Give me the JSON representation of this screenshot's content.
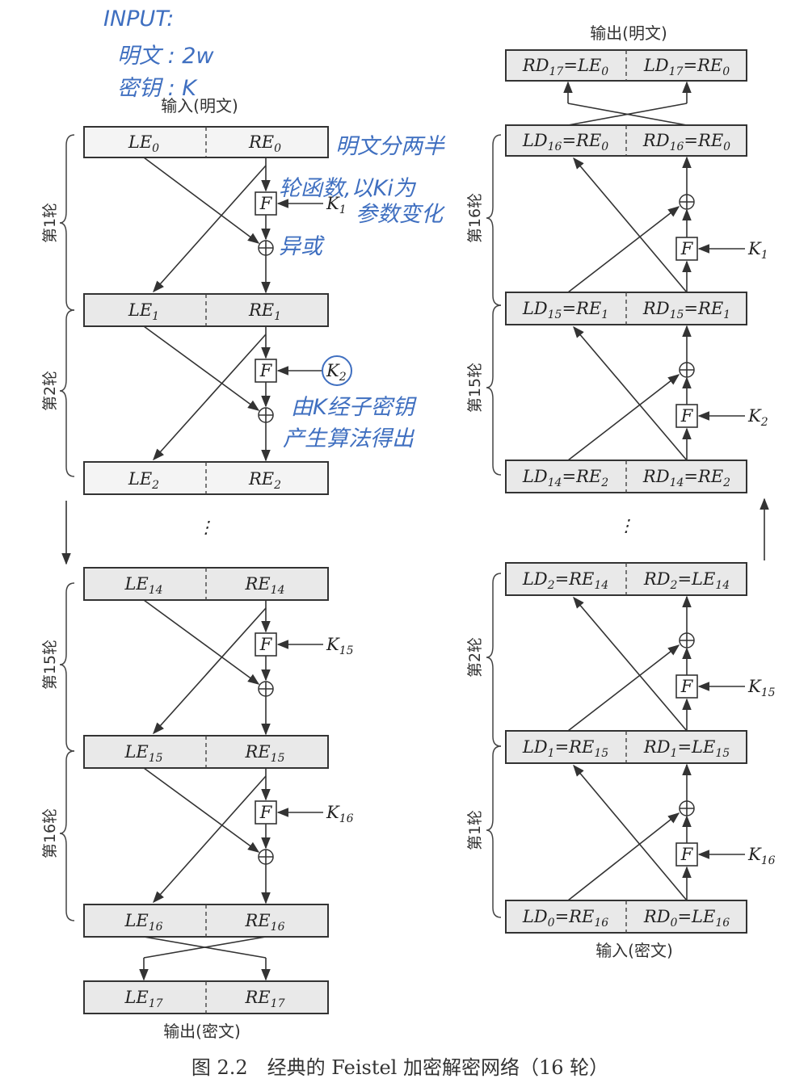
{
  "annotations": {
    "input": "INPUT:",
    "plaintext": "明文 : 2w",
    "key": "密钥 : K",
    "split": "明文分两半",
    "round_fn_1": "轮函数,以Ki为",
    "round_fn_2": "参数变化",
    "xor": "异或",
    "subkey_1": "由K经子密钥",
    "subkey_2": "产生算法得出"
  },
  "left": {
    "top_label": "输入(明文)",
    "bottom_label": "输出(密文)",
    "rounds": [
      "第1轮",
      "第2轮",
      "第15轮",
      "第16轮"
    ],
    "registers": [
      {
        "l": "LE",
        "ls": "0",
        "r": "RE",
        "rs": "0"
      },
      {
        "l": "LE",
        "ls": "1",
        "r": "RE",
        "rs": "1"
      },
      {
        "l": "LE",
        "ls": "2",
        "r": "RE",
        "rs": "2"
      },
      {
        "l": "LE",
        "ls": "14",
        "r": "RE",
        "rs": "14"
      },
      {
        "l": "LE",
        "ls": "15",
        "r": "RE",
        "rs": "15"
      },
      {
        "l": "LE",
        "ls": "16",
        "r": "RE",
        "rs": "16"
      },
      {
        "l": "LE",
        "ls": "17",
        "r": "RE",
        "rs": "17"
      }
    ],
    "keys": [
      {
        "k": "K",
        "s": "1"
      },
      {
        "k": "K",
        "s": "2"
      },
      {
        "k": "K",
        "s": "15"
      },
      {
        "k": "K",
        "s": "16"
      }
    ],
    "f": "F",
    "ellipsis": "⋮"
  },
  "right": {
    "top_label": "输出(明文)",
    "bottom_label": "输入(密文)",
    "rounds": [
      "第16轮",
      "第15轮",
      "第2轮",
      "第1轮"
    ],
    "registers": [
      {
        "l": "RD",
        "ls": "17",
        "le": "=LE",
        "les": "0",
        "r": "LD",
        "rs": "17",
        "re": "=RE",
        "res": "0"
      },
      {
        "l": "LD",
        "ls": "16",
        "le": "=RE",
        "les": "0",
        "r": "RD",
        "rs": "16",
        "re": "=RE",
        "res": "0"
      },
      {
        "l": "LD",
        "ls": "15",
        "le": "=RE",
        "les": "1",
        "r": "RD",
        "rs": "15",
        "re": "=RE",
        "res": "1"
      },
      {
        "l": "LD",
        "ls": "14",
        "le": "=RE",
        "les": "2",
        "r": "RD",
        "rs": "14",
        "re": "=RE",
        "res": "2"
      },
      {
        "l": "LD",
        "ls": "2",
        "le": "=RE",
        "les": "14",
        "r": "RD",
        "rs": "2",
        "re": "=LE",
        "res": "14"
      },
      {
        "l": "LD",
        "ls": "1",
        "le": "=RE",
        "les": "15",
        "r": "RD",
        "rs": "1",
        "re": "=LE",
        "res": "15"
      },
      {
        "l": "LD",
        "ls": "0",
        "le": "=RE",
        "les": "16",
        "r": "RD",
        "rs": "0",
        "re": "=LE",
        "res": "16"
      }
    ],
    "keys": [
      {
        "k": "K",
        "s": "1"
      },
      {
        "k": "K",
        "s": "2"
      },
      {
        "k": "K",
        "s": "15"
      },
      {
        "k": "K",
        "s": "16"
      }
    ],
    "f": "F",
    "ellipsis": "⋮"
  },
  "caption": "图 2.2　经典的 Feistel 加密解密网络（16 轮）"
}
